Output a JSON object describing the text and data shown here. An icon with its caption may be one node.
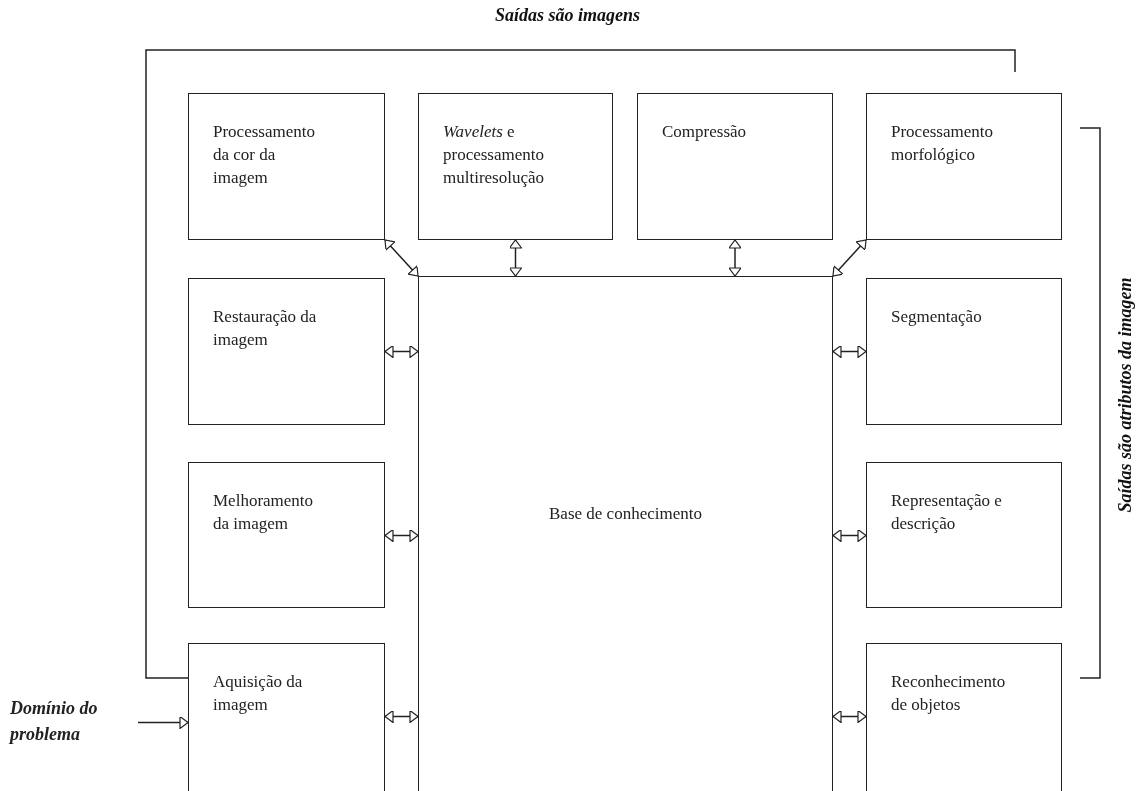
{
  "diagram": {
    "nodes": [
      {
        "text": [
          "Processamento da cor da imagem"
        ]
      },
      {
        "text": [
          "*Wavelets* e processamento multiresolução"
        ]
      },
      {
        "text": [
          "Compressão"
        ]
      },
      {
        "text": [
          "Processamento morfológico"
        ]
      },
      {
        "text": [
          "Restauração da imagem"
        ]
      },
      {
        "text": [
          "Base de conhecimento"
        ]
      },
      {
        "text": [
          "Segmentação"
        ]
      },
      {
        "text": [
          "Melhoramento da imagem"
        ]
      },
      {
        "text": [
          "Representação e descrição"
        ]
      },
      {
        "text": [
          "Aquisição da imagem"
        ]
      },
      {
        "text": [
          "Reconhecimento de objetos"
        ]
      },
      {
        "text": [
          "Domínio do problema"
        ]
      }
    ],
    "edges": [
      {
        "from": 0,
        "to": 5,
        "arrow": "both"
      },
      {
        "from": 1,
        "to": 5,
        "arrow": "both"
      },
      {
        "from": 2,
        "to": 5,
        "arrow": "both"
      },
      {
        "from": 3,
        "to": 5,
        "arrow": "both"
      },
      {
        "from": 4,
        "to": 5,
        "arrow": "both"
      },
      {
        "from": 6,
        "to": 5,
        "arrow": "both"
      },
      {
        "from": 7,
        "to": 5,
        "arrow": "both"
      },
      {
        "from": 8,
        "to": 5,
        "arrow": "both"
      },
      {
        "from": 9,
        "to": 5,
        "arrow": "both"
      },
      {
        "from": 10,
        "to": 5,
        "arrow": "both"
      },
      {
        "from": 11,
        "to": 9,
        "arrow": "to"
      }
    ],
    "labels": [
      "Saídas são imagens",
      "Saídas são atributos da imagem"
    ]
  }
}
